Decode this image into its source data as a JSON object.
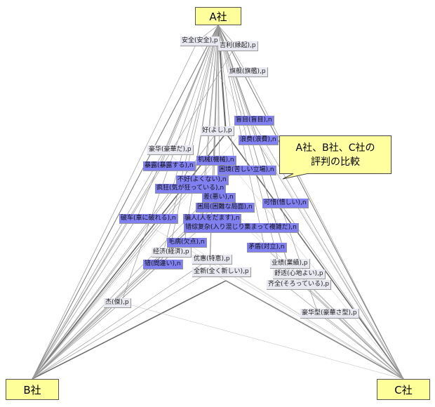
{
  "companies": {
    "a": "A社",
    "b": "B社",
    "c": "C社"
  },
  "callout": {
    "line1": "A社、B社、C社の",
    "line2": "評判の比較"
  },
  "terms": [
    {
      "label": "安全(安全),p",
      "type": "p"
    },
    {
      "label": "吉利(縁起),p",
      "type": "p"
    },
    {
      "label": "旗舰(旗艦),p",
      "type": "p"
    },
    {
      "label": "盲目(盲目),n",
      "type": "n"
    },
    {
      "label": "浪费(浪費),n",
      "type": "n"
    },
    {
      "label": "好(よし),p",
      "type": "p"
    },
    {
      "label": "豪华(豪華だ),p",
      "type": "p"
    },
    {
      "label": "机械(機械),n",
      "type": "n"
    },
    {
      "label": "暴露(暴露する),n",
      "type": "n"
    },
    {
      "label": "困境(苦しい立場),n",
      "type": "n"
    },
    {
      "label": "不好(よくない),n",
      "type": "n"
    },
    {
      "label": "疯狂(気が狂っている),n",
      "type": "n"
    },
    {
      "label": "差(悪い),n",
      "type": "n"
    },
    {
      "label": "困局(困難な局面),n",
      "type": "n"
    },
    {
      "label": "可惜(惜しい),n",
      "type": "n"
    },
    {
      "label": "破车(車に破れる),n",
      "type": "n"
    },
    {
      "label": "骗人(人をだます),n",
      "type": "n"
    },
    {
      "label": "错综复杂(入り混じり集まって複雑だ),n",
      "type": "n"
    },
    {
      "label": "毛病(欠点),n",
      "type": "n"
    },
    {
      "label": "矛盾(対立),n",
      "type": "n"
    },
    {
      "label": "经济(経済),p",
      "type": "p"
    },
    {
      "label": "优惠(特恵),p",
      "type": "p"
    },
    {
      "label": "错(間違い),n",
      "type": "n"
    },
    {
      "label": "业绩(業績),p",
      "type": "p"
    },
    {
      "label": "全新(全く新しい),p",
      "type": "p"
    },
    {
      "label": "舒适(心地よい),p",
      "type": "p"
    },
    {
      "label": "齐全(そろっている),p",
      "type": "p"
    },
    {
      "label": "杰(傑),p",
      "type": "p"
    },
    {
      "label": "豪华型(豪華さ型),p",
      "type": "p"
    }
  ]
}
